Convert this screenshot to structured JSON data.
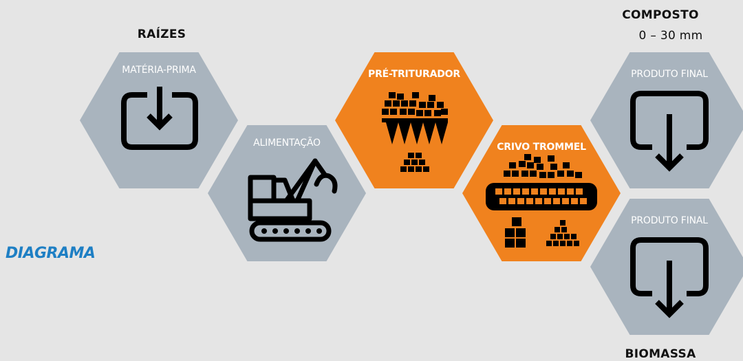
{
  "title": "DIAGRAMA",
  "labels": {
    "raizes": "RAÍZES",
    "composto": "COMPOSTO",
    "composto_size": "0 – 30 mm",
    "biomassa": "BIOMASSA"
  },
  "steps": [
    {
      "label": "MATÉRIA-PRIMA",
      "icon": "download-tray-icon",
      "color": "#a9b4be"
    },
    {
      "label": "ALIMENTAÇÃO",
      "icon": "excavator-icon",
      "color": "#a9b4be"
    },
    {
      "label": "PRÉ-TRITURADOR",
      "icon": "shredder-icon",
      "color": "#f0821e"
    },
    {
      "label": "CRIVO TROMMEL",
      "icon": "trommel-screen-icon",
      "color": "#f0821e"
    },
    {
      "label": "PRODUTO FINAL",
      "icon": "output-arrow-icon",
      "color": "#a9b4be"
    },
    {
      "label": "PRODUTO FINAL",
      "icon": "output-arrow-icon",
      "color": "#a9b4be"
    }
  ],
  "colors": {
    "gray": "#a9b4be",
    "orange": "#f0821e",
    "title": "#1e7fc4",
    "background": "#e5e5e5"
  }
}
